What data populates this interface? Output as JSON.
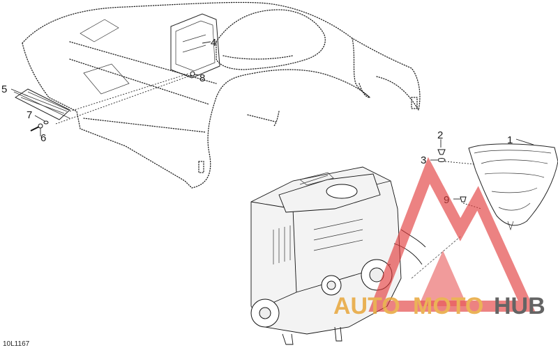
{
  "diagram": {
    "reference_code": "10L1167",
    "callouts": [
      "1",
      "2",
      "3",
      "4",
      "5",
      "6",
      "7",
      "8",
      "9"
    ]
  },
  "watermark": {
    "brand_part1": "AUTO",
    "brand_part2": "MOTO",
    "brand_part3": "HUB",
    "color_primary": "#e8a63a",
    "color_secondary": "#4a4a4a",
    "triangle_color": "#e23b3b"
  }
}
